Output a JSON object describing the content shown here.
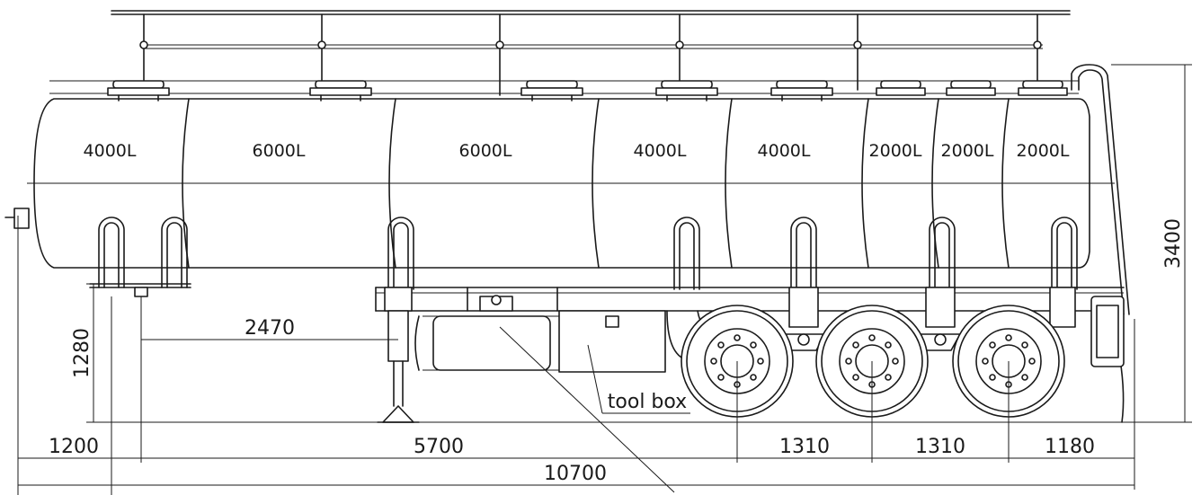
{
  "compartments": [
    {
      "label": "4000L"
    },
    {
      "label": "6000L"
    },
    {
      "label": "6000L"
    },
    {
      "label": "4000L"
    },
    {
      "label": "4000L"
    },
    {
      "label": "2000L"
    },
    {
      "label": "2000L"
    },
    {
      "label": "2000L"
    }
  ],
  "dimensions": {
    "front_overhang": "1200",
    "kingpin_to_leg": "2470",
    "kingpin_to_axle": "5700",
    "axle_spacing_1": "1310",
    "axle_spacing_2": "1310",
    "rear_overhang": "1180",
    "overall_length": "10700",
    "overall_height": "3400",
    "coupling_height": "1280"
  },
  "callouts": {
    "tool_box": "tool box"
  }
}
